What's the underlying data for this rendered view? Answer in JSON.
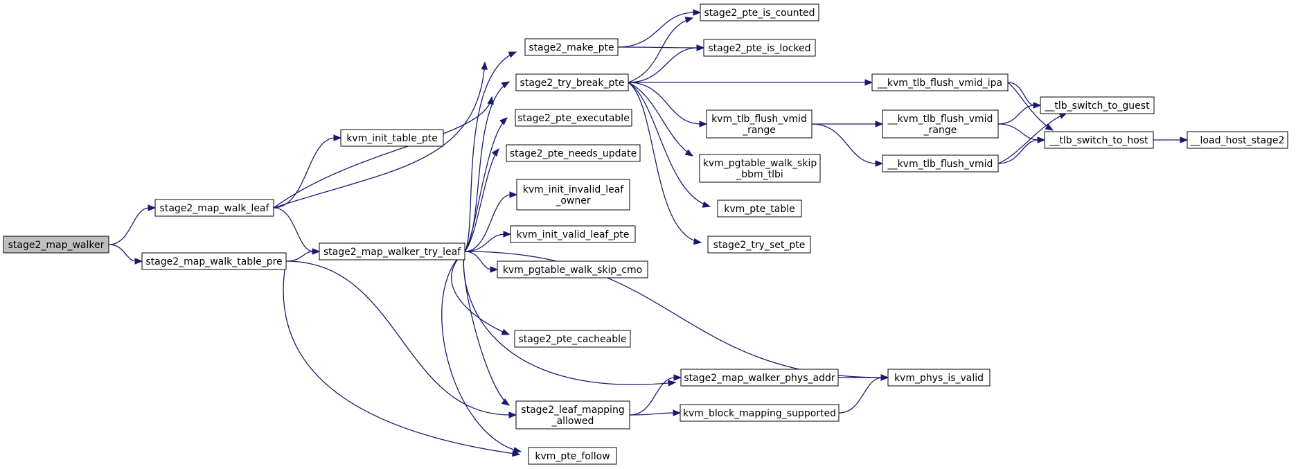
{
  "graph": {
    "type": "call-graph",
    "colors": {
      "edge": "#191970",
      "node_border": "#000000",
      "root_fill": "#bfbfbf",
      "node_fill": "#ffffff"
    },
    "nodes": [
      {
        "id": "stage2_map_walker",
        "label": [
          "stage2_map_walker"
        ],
        "root": true
      },
      {
        "id": "stage2_map_walk_leaf",
        "label": [
          "stage2_map_walk_leaf"
        ]
      },
      {
        "id": "stage2_map_walk_table_pre",
        "label": [
          "stage2_map_walk_table_pre"
        ]
      },
      {
        "id": "kvm_init_table_pte",
        "label": [
          "kvm_init_table_pte"
        ]
      },
      {
        "id": "stage2_map_walker_try_leaf",
        "label": [
          "stage2_map_walker_try_leaf"
        ]
      },
      {
        "id": "stage2_make_pte",
        "label": [
          "stage2_make_pte"
        ]
      },
      {
        "id": "stage2_try_break_pte",
        "label": [
          "stage2_try_break_pte"
        ]
      },
      {
        "id": "stage2_pte_executable",
        "label": [
          "stage2_pte_executable"
        ]
      },
      {
        "id": "stage2_pte_needs_update",
        "label": [
          "stage2_pte_needs_update"
        ]
      },
      {
        "id": "kvm_init_invalid_leaf_owner",
        "label": [
          "kvm_init_invalid_leaf",
          "_owner"
        ]
      },
      {
        "id": "kvm_init_valid_leaf_pte",
        "label": [
          "kvm_init_valid_leaf_pte"
        ]
      },
      {
        "id": "kvm_pgtable_walk_skip_cmo",
        "label": [
          "kvm_pgtable_walk_skip_cmo"
        ]
      },
      {
        "id": "stage2_pte_cacheable",
        "label": [
          "stage2_pte_cacheable"
        ]
      },
      {
        "id": "stage2_leaf_mapping_allowed",
        "label": [
          "stage2_leaf_mapping",
          "_allowed"
        ]
      },
      {
        "id": "kvm_pte_follow",
        "label": [
          "kvm_pte_follow"
        ]
      },
      {
        "id": "stage2_pte_is_counted",
        "label": [
          "stage2_pte_is_counted"
        ]
      },
      {
        "id": "stage2_pte_is_locked",
        "label": [
          "stage2_pte_is_locked"
        ]
      },
      {
        "id": "kvm_tlb_flush_vmid_range",
        "label": [
          "kvm_tlb_flush_vmid",
          "_range"
        ]
      },
      {
        "id": "kvm_pgtable_walk_skip_bbm_tlbi",
        "label": [
          "kvm_pgtable_walk_skip",
          "_bbm_tlbi"
        ]
      },
      {
        "id": "kvm_pte_table",
        "label": [
          "kvm_pte_table"
        ]
      },
      {
        "id": "stage2_try_set_pte",
        "label": [
          "stage2_try_set_pte"
        ]
      },
      {
        "id": "stage2_map_walker_phys_addr",
        "label": [
          "stage2_map_walker_phys_addr"
        ]
      },
      {
        "id": "kvm_block_mapping_supported",
        "label": [
          "kvm_block_mapping_supported"
        ]
      },
      {
        "id": "kvm_phys_is_valid",
        "label": [
          "kvm_phys_is_valid"
        ]
      },
      {
        "id": "__kvm_tlb_flush_vmid_ipa",
        "label": [
          "__kvm_tlb_flush_vmid_ipa"
        ]
      },
      {
        "id": "__kvm_tlb_flush_vmid_range",
        "label": [
          "__kvm_tlb_flush_vmid",
          "_range"
        ]
      },
      {
        "id": "__kvm_tlb_flush_vmid",
        "label": [
          "__kvm_tlb_flush_vmid"
        ]
      },
      {
        "id": "__tlb_switch_to_guest",
        "label": [
          "__tlb_switch_to_guest"
        ]
      },
      {
        "id": "__tlb_switch_to_host",
        "label": [
          "__tlb_switch_to_host"
        ]
      },
      {
        "id": "__load_host_stage2",
        "label": [
          "__load_host_stage2"
        ]
      }
    ],
    "edges": [
      {
        "from": "stage2_map_walker",
        "to": "stage2_map_walk_leaf"
      },
      {
        "from": "stage2_map_walker",
        "to": "stage2_map_walk_table_pre"
      },
      {
        "from": "stage2_map_walk_leaf",
        "to": "kvm_init_table_pte"
      },
      {
        "from": "stage2_map_walk_leaf",
        "to": "stage2_make_pte"
      },
      {
        "from": "stage2_map_walk_leaf",
        "to": "stage2_try_break_pte"
      },
      {
        "from": "stage2_map_walk_leaf",
        "to": "stage2_map_walker_try_leaf"
      },
      {
        "from": "stage2_map_walk_table_pre",
        "to": "stage2_map_walker_try_leaf"
      },
      {
        "from": "stage2_map_walk_table_pre",
        "to": "stage2_leaf_mapping_allowed"
      },
      {
        "from": "stage2_map_walk_table_pre",
        "to": "kvm_pte_follow"
      },
      {
        "from": "stage2_map_walker_try_leaf",
        "to": "stage2_make_pte"
      },
      {
        "from": "stage2_map_walker_try_leaf",
        "to": "stage2_try_break_pte"
      },
      {
        "from": "stage2_map_walker_try_leaf",
        "to": "stage2_pte_executable"
      },
      {
        "from": "stage2_map_walker_try_leaf",
        "to": "stage2_pte_needs_update"
      },
      {
        "from": "stage2_map_walker_try_leaf",
        "to": "kvm_init_invalid_leaf_owner"
      },
      {
        "from": "stage2_map_walker_try_leaf",
        "to": "kvm_init_valid_leaf_pte"
      },
      {
        "from": "stage2_map_walker_try_leaf",
        "to": "kvm_pgtable_walk_skip_cmo"
      },
      {
        "from": "stage2_map_walker_try_leaf",
        "to": "stage2_pte_cacheable"
      },
      {
        "from": "stage2_map_walker_try_leaf",
        "to": "stage2_leaf_mapping_allowed"
      },
      {
        "from": "stage2_map_walker_try_leaf",
        "to": "kvm_pte_follow"
      },
      {
        "from": "stage2_map_walker_try_leaf",
        "to": "stage2_map_walker_phys_addr"
      },
      {
        "from": "stage2_map_walker_try_leaf",
        "to": "kvm_phys_is_valid"
      },
      {
        "from": "stage2_make_pte",
        "to": "stage2_pte_is_counted"
      },
      {
        "from": "stage2_make_pte",
        "to": "stage2_pte_is_locked"
      },
      {
        "from": "stage2_try_break_pte",
        "to": "stage2_pte_is_counted"
      },
      {
        "from": "stage2_try_break_pte",
        "to": "stage2_pte_is_locked"
      },
      {
        "from": "stage2_try_break_pte",
        "to": "__kvm_tlb_flush_vmid_ipa"
      },
      {
        "from": "stage2_try_break_pte",
        "to": "kvm_tlb_flush_vmid_range"
      },
      {
        "from": "stage2_try_break_pte",
        "to": "kvm_pgtable_walk_skip_bbm_tlbi"
      },
      {
        "from": "stage2_try_break_pte",
        "to": "kvm_pte_table"
      },
      {
        "from": "stage2_try_break_pte",
        "to": "stage2_try_set_pte"
      },
      {
        "from": "kvm_tlb_flush_vmid_range",
        "to": "__kvm_tlb_flush_vmid_range"
      },
      {
        "from": "kvm_tlb_flush_vmid_range",
        "to": "__kvm_tlb_flush_vmid"
      },
      {
        "from": "__kvm_tlb_flush_vmid_ipa",
        "to": "__tlb_switch_to_guest"
      },
      {
        "from": "__kvm_tlb_flush_vmid_ipa",
        "to": "__tlb_switch_to_host"
      },
      {
        "from": "__kvm_tlb_flush_vmid_range",
        "to": "__tlb_switch_to_guest"
      },
      {
        "from": "__kvm_tlb_flush_vmid_range",
        "to": "__tlb_switch_to_host"
      },
      {
        "from": "__kvm_tlb_flush_vmid",
        "to": "__tlb_switch_to_guest"
      },
      {
        "from": "__kvm_tlb_flush_vmid",
        "to": "__tlb_switch_to_host"
      },
      {
        "from": "__tlb_switch_to_host",
        "to": "__load_host_stage2"
      },
      {
        "from": "stage2_leaf_mapping_allowed",
        "to": "stage2_map_walker_phys_addr"
      },
      {
        "from": "stage2_leaf_mapping_allowed",
        "to": "kvm_block_mapping_supported"
      },
      {
        "from": "stage2_map_walker_phys_addr",
        "to": "kvm_phys_is_valid"
      },
      {
        "from": "kvm_block_mapping_supported",
        "to": "kvm_phys_is_valid"
      }
    ]
  }
}
